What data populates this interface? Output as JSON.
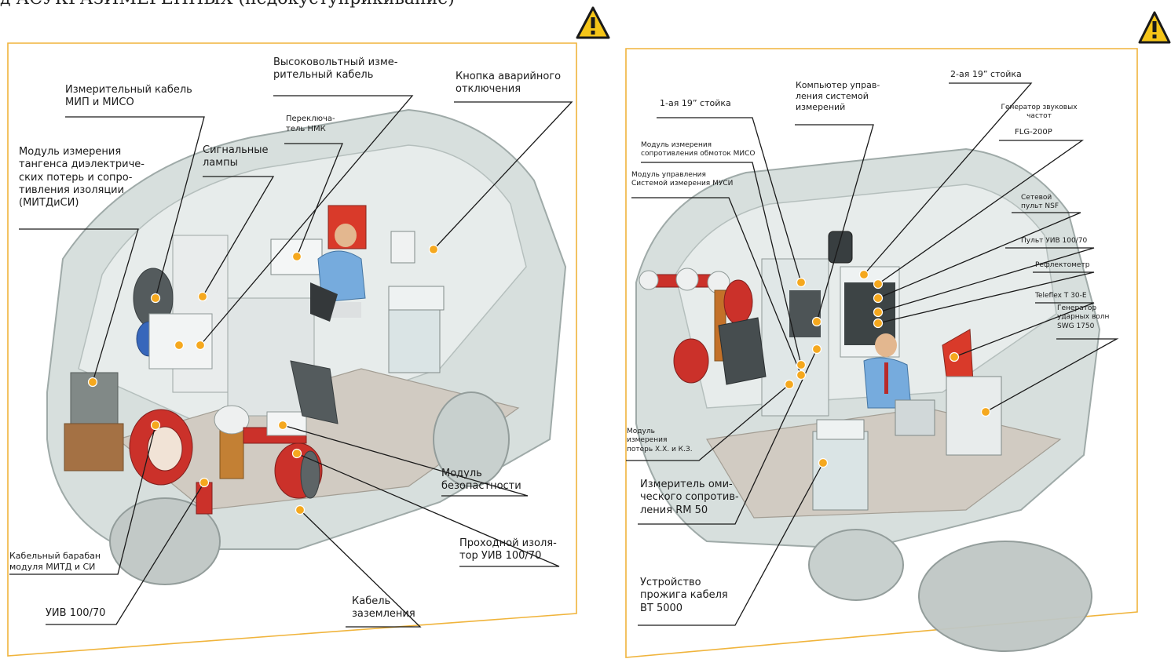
{
  "header_text": "д АСУКРАЗИМЕРЕННЫХ (недокуступрикивание)",
  "colors": {
    "frame": "#f0b43c",
    "warning": "#f5c518",
    "marker": "#f5a81e",
    "leader": "#1a1a1a",
    "van": "#c9d3d1"
  },
  "left": {
    "labels": {
      "vv_cable": "Высоковольтный изме-\nрительный кабель",
      "emergency": "Кнопка аварийного\nотключения",
      "mip_cable": "Измерительный кабель\nМИП и МИСО",
      "nmk_switch": "Переключа-\nтель НМК",
      "lamps": "Сигнальные\nлампы",
      "mitdisi": "Модуль измерения\nтангенса диэлектриче-\nских потерь и сопро-\nтивления изоляции\n(МИТДиСИ)",
      "safety": "Модуль\nбезопастности",
      "bushing": "Проходной изоля-\nтор УИВ 100/70",
      "drum": "Кабельный барабан\nмодуля МИТД и СИ",
      "uiv": "УИВ 100/70",
      "ground": "Кабель\nзаземления"
    }
  },
  "right": {
    "labels": {
      "computer": "Компьютер управ-\nления системой\nизмерений",
      "rack2": "2-ая 19” стойка",
      "rack1": "1-ая 19” стойка",
      "sound_gen": "Генератор звуковых\nчастот",
      "flg": "FLG-200P",
      "miso": "Модуль измерения\nсопротивления обмоток  МИСО",
      "musi": "Модуль управления\nСистемой измерения МУСИ",
      "nsf": "Сетевой\nпульт NSF",
      "uiv_panel": "Пульт УИВ 100/70",
      "reflectometer": "Рефлектометр",
      "teleflex": "Teleflex T 30-E",
      "swg": "Генератор\nударных волн\nSWG 1750",
      "losses": "Модуль\nизмерения\nпотерь Х.Х. и К.З.",
      "rm50": "Измеритель оми-\nческого сопротив-\nления RM 50",
      "bt5000": "Устройство\nпрожига кабеля\nBT 5000"
    }
  }
}
